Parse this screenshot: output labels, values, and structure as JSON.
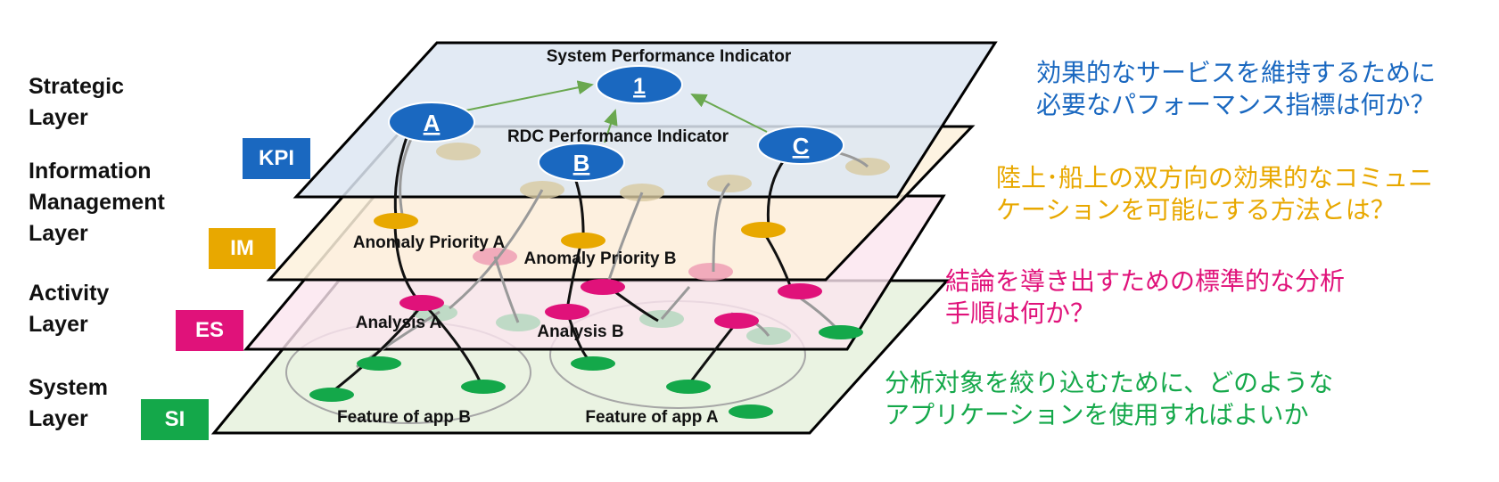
{
  "layers": [
    {
      "name": "Strategic\nLayer",
      "badge": "KPI",
      "color": "#1a68c0",
      "question": "効果的なサービスを維持するために\n必要なパフォーマンス指標は何か？"
    },
    {
      "name": "Information\nManagement\nLayer",
      "badge": "IM",
      "color": "#e8a800",
      "question": "陸上･船上の双方向の効果的なコミュニ\nケーションを可能にする方法とは？"
    },
    {
      "name": "Activity\nLayer",
      "badge": "ES",
      "color": "#e0127a",
      "question": "結論を導き出すための標準的な分析\n手順は何か？"
    },
    {
      "name": "System\nLayer",
      "badge": "SI",
      "color": "#14a84a",
      "question": "分析対象を絞り込むために、どのような\nアプリケーションを使用すればよいか"
    }
  ],
  "nodes": {
    "node1": "1",
    "nodeA": "A",
    "nodeB": "B",
    "nodeC": "C"
  },
  "labels": {
    "system_performance": "System Performance Indicator",
    "rdc_performance": "RDC Performance Indicator",
    "anomaly_a": "Anomaly Priority A",
    "anomaly_b": "Anomaly Priority B",
    "analysis_a": "Analysis A",
    "analysis_b": "Analysis B",
    "feature_b": "Feature of app B",
    "feature_a": "Feature of app A"
  }
}
